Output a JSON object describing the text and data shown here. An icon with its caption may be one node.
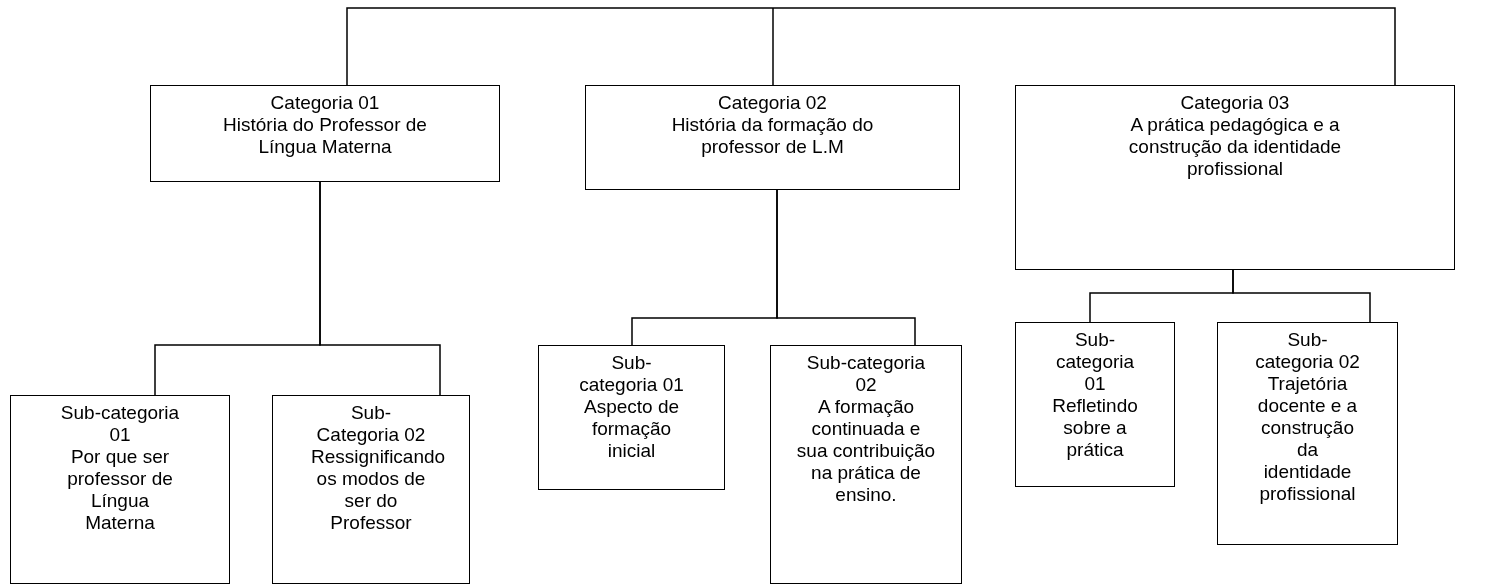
{
  "diagram": {
    "nodes": [
      {
        "text": [
          "Categoria 01",
          "História do Professor de Língua Materna"
        ]
      },
      {
        "text": [
          "Categoria 02",
          "História da formação do professor de L.M"
        ]
      },
      {
        "text": [
          "Categoria 03",
          "A prática pedagógica e a construção da identidade profissional"
        ]
      },
      {
        "text": [
          "Sub-categoria 01",
          "Por que ser professor de Língua Materna"
        ]
      },
      {
        "text": [
          "Sub-Categoria 02",
          "Ressignificando os modos de ser do Professor"
        ]
      },
      {
        "text": [
          "Sub-categoria 01",
          "Aspecto de formação inicial"
        ]
      },
      {
        "text": [
          "Sub-categoria 02",
          "A formação continuada e sua contribuição na prática de ensino."
        ]
      },
      {
        "text": [
          "Sub-categoria 01",
          "Refletindo sobre a prática"
        ]
      },
      {
        "text": [
          "Sub-categoria 02",
          "Trajetória docente e a construção da identidade profissional"
        ]
      }
    ],
    "edges": [
      {
        "from": null,
        "to": 0,
        "arrow": "none"
      },
      {
        "from": null,
        "to": 1,
        "arrow": "none"
      },
      {
        "from": null,
        "to": 2,
        "arrow": "none"
      },
      {
        "from": 0,
        "to": 3,
        "arrow": "none"
      },
      {
        "from": 0,
        "to": 4,
        "arrow": "none"
      },
      {
        "from": 1,
        "to": 5,
        "arrow": "none"
      },
      {
        "from": 1,
        "to": 6,
        "arrow": "none"
      },
      {
        "from": 2,
        "to": 7,
        "arrow": "none"
      },
      {
        "from": 2,
        "to": 8,
        "arrow": "none"
      }
    ]
  }
}
